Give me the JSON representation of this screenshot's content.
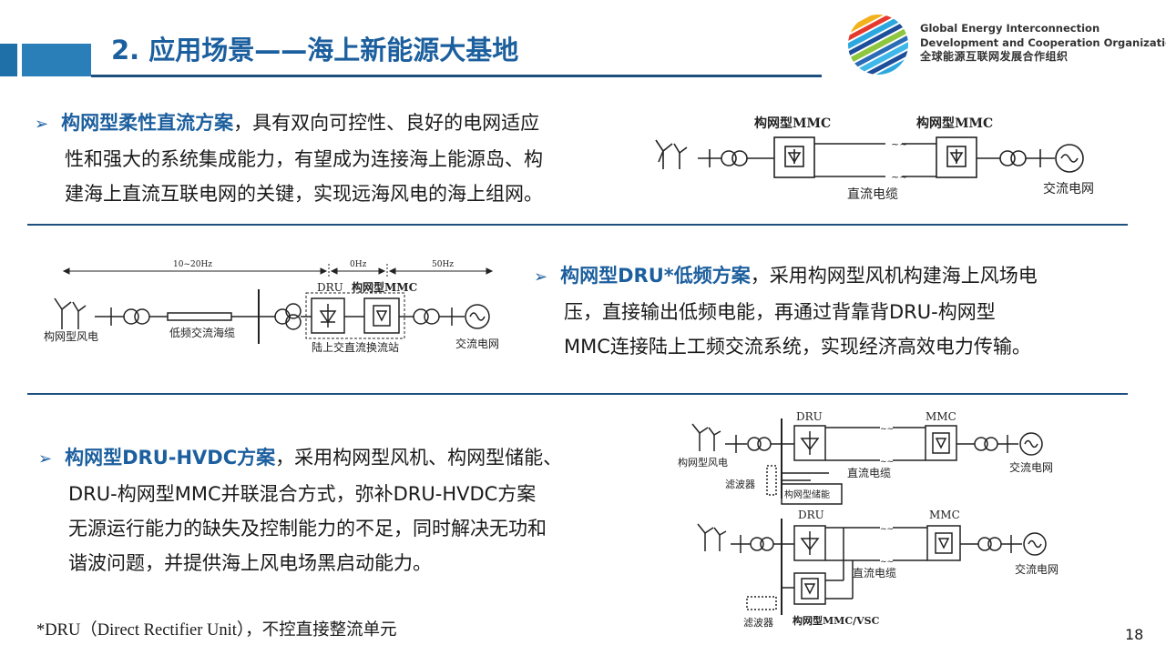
{
  "header": {
    "title": "2. 应用场景——海上新能源大基地",
    "org_en_line1": "Global Energy Interconnection",
    "org_en_line2": "Development and Cooperation Organization",
    "org_cn": "全球能源互联网发展合作组织"
  },
  "section1": {
    "highlight": "构网型柔性直流方案",
    "line1_rest": "，具有双向可控性、良好的电网适应",
    "line2": "性和强大的系统集成能力，有望成为连接海上能源岛、构",
    "line3": "建海上直流互联电网的关键，实现远海风电的海上组网。",
    "diagram": {
      "mmc_left": "构网型MMC",
      "mmc_right": "构网型MMC",
      "cable": "直流电缆",
      "grid": "交流电网"
    }
  },
  "section2": {
    "highlight": "构网型DRU*低频方案",
    "line1_rest": "，采用构网型风机构建海上风场电",
    "line2": "压，直接输出低频电能，再通过背靠背DRU-构网型",
    "line3": "MMC连接陆上工频交流系统，实现经济高效电力传输。",
    "diagram": {
      "freq1": "10~20Hz",
      "freq2": "0Hz",
      "freq3": "50Hz",
      "dru": "DRU",
      "mmc": "构网型MMC",
      "wind": "构网型风电",
      "cable": "低频交流海缆",
      "station": "陆上交直流换流站",
      "grid": "交流电网"
    }
  },
  "section3": {
    "highlight": "构网型DRU-HVDC方案",
    "line1_rest": "，采用构网型风机、构网型储能、",
    "line2": "DRU-构网型MMC并联混合方式，弥补DRU-HVDC方案",
    "line3": "无源运行能力的缺失及控制能力的不足，同时解决无功和",
    "line4": "谐波问题，并提供海上风电场黑启动能力。",
    "diagram_a": {
      "dru": "DRU",
      "mmc": "MMC",
      "wind": "构网型风电",
      "filter": "滤波器",
      "storage": "构网型储能",
      "cable": "直流电缆",
      "grid": "交流电网"
    },
    "diagram_b": {
      "dru": "DRU",
      "mmc": "MMC",
      "cable": "直流电缆",
      "grid": "交流电网",
      "filter": "滤波器",
      "vsc": "构网型MMC/VSC"
    }
  },
  "footnote": "*DRU（Direct Rectifier Unit），不控直接整流单元",
  "page_number": "18"
}
